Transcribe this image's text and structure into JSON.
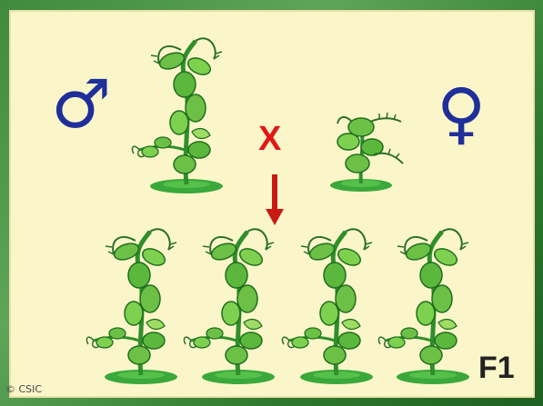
{
  "labels": {
    "male_symbol": "♂",
    "female_symbol": "♀",
    "cross": "X",
    "generation": "F1",
    "copyright": "© CSIC"
  },
  "colors": {
    "frame_green": "#3f8a3c",
    "background": "#fbf6c9",
    "symbol_blue": "#1f2f9a",
    "cross_red": "#e01818",
    "arrow_red": "#c81a12",
    "plant_stem": "#2f8f2a",
    "plant_leaf": "#6cc046",
    "plant_dark": "#1e6e1c"
  },
  "icons": {
    "parent_tall_plant": "tall-pea-plant-icon",
    "parent_short_plant": "short-pea-plant-icon",
    "offspring_plant": "tall-pea-plant-icon",
    "arrow": "down-arrow-icon"
  },
  "offspring_count": 4
}
